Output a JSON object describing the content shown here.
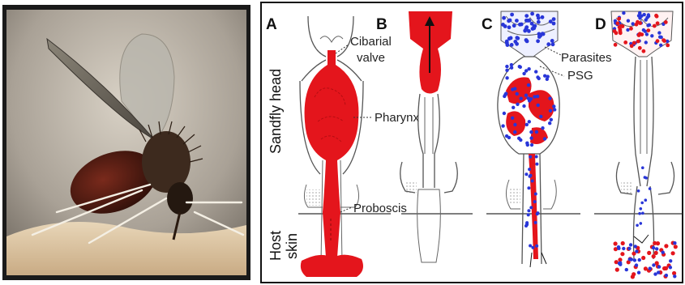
{
  "photo": {
    "subject": "sandfly feeding on host skin"
  },
  "panels": [
    {
      "letter": "A"
    },
    {
      "letter": "B"
    },
    {
      "letter": "C"
    },
    {
      "letter": "D"
    }
  ],
  "labels": {
    "cibarial_valve_line1": "Cibarial",
    "cibarial_valve_line2": "valve",
    "pharynx": "Pharynx",
    "proboscis": "Proboscis",
    "parasites": "Parasites",
    "psg": "PSG"
  },
  "side_labels": {
    "sandfly_head": "Sandfly head",
    "host_line1": "Host",
    "host_line2": "skin"
  },
  "colors": {
    "blood": "#e4151c",
    "parasites": "#2936d8",
    "photo_border": "#111111"
  }
}
